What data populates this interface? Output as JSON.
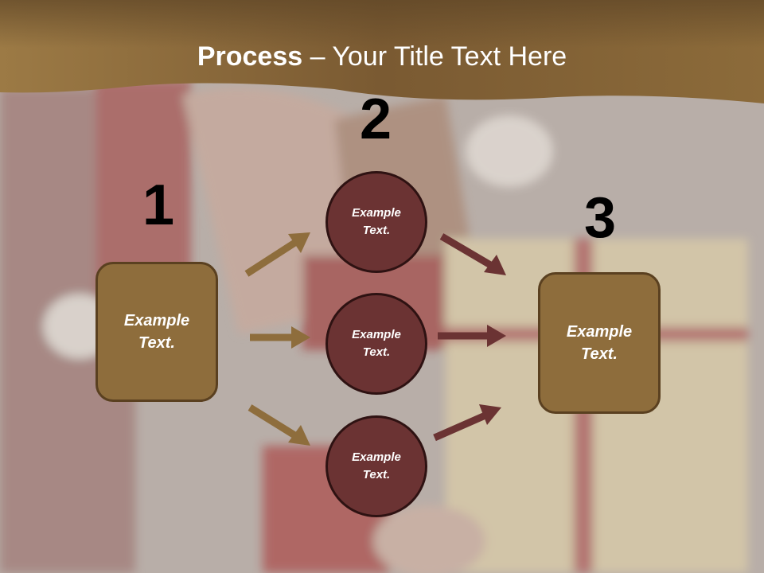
{
  "title": {
    "strong": "Process",
    "rest": " – Your Title Text Here"
  },
  "steps": [
    {
      "number": "1"
    },
    {
      "number": "2"
    },
    {
      "number": "3"
    }
  ],
  "nodes": {
    "left_box": "Example\nText.",
    "circle_top": "Example\nText.",
    "circle_middle": "Example\nText.",
    "circle_bottom": "Example\nText.",
    "right_box": "Example\nText."
  },
  "colors": {
    "header_band": "#8a6a3a",
    "box_fill": "#8e6d3c",
    "circle_fill": "#6b3333",
    "arrow_left": "#8e6d3c",
    "arrow_right": "#6b3333"
  }
}
